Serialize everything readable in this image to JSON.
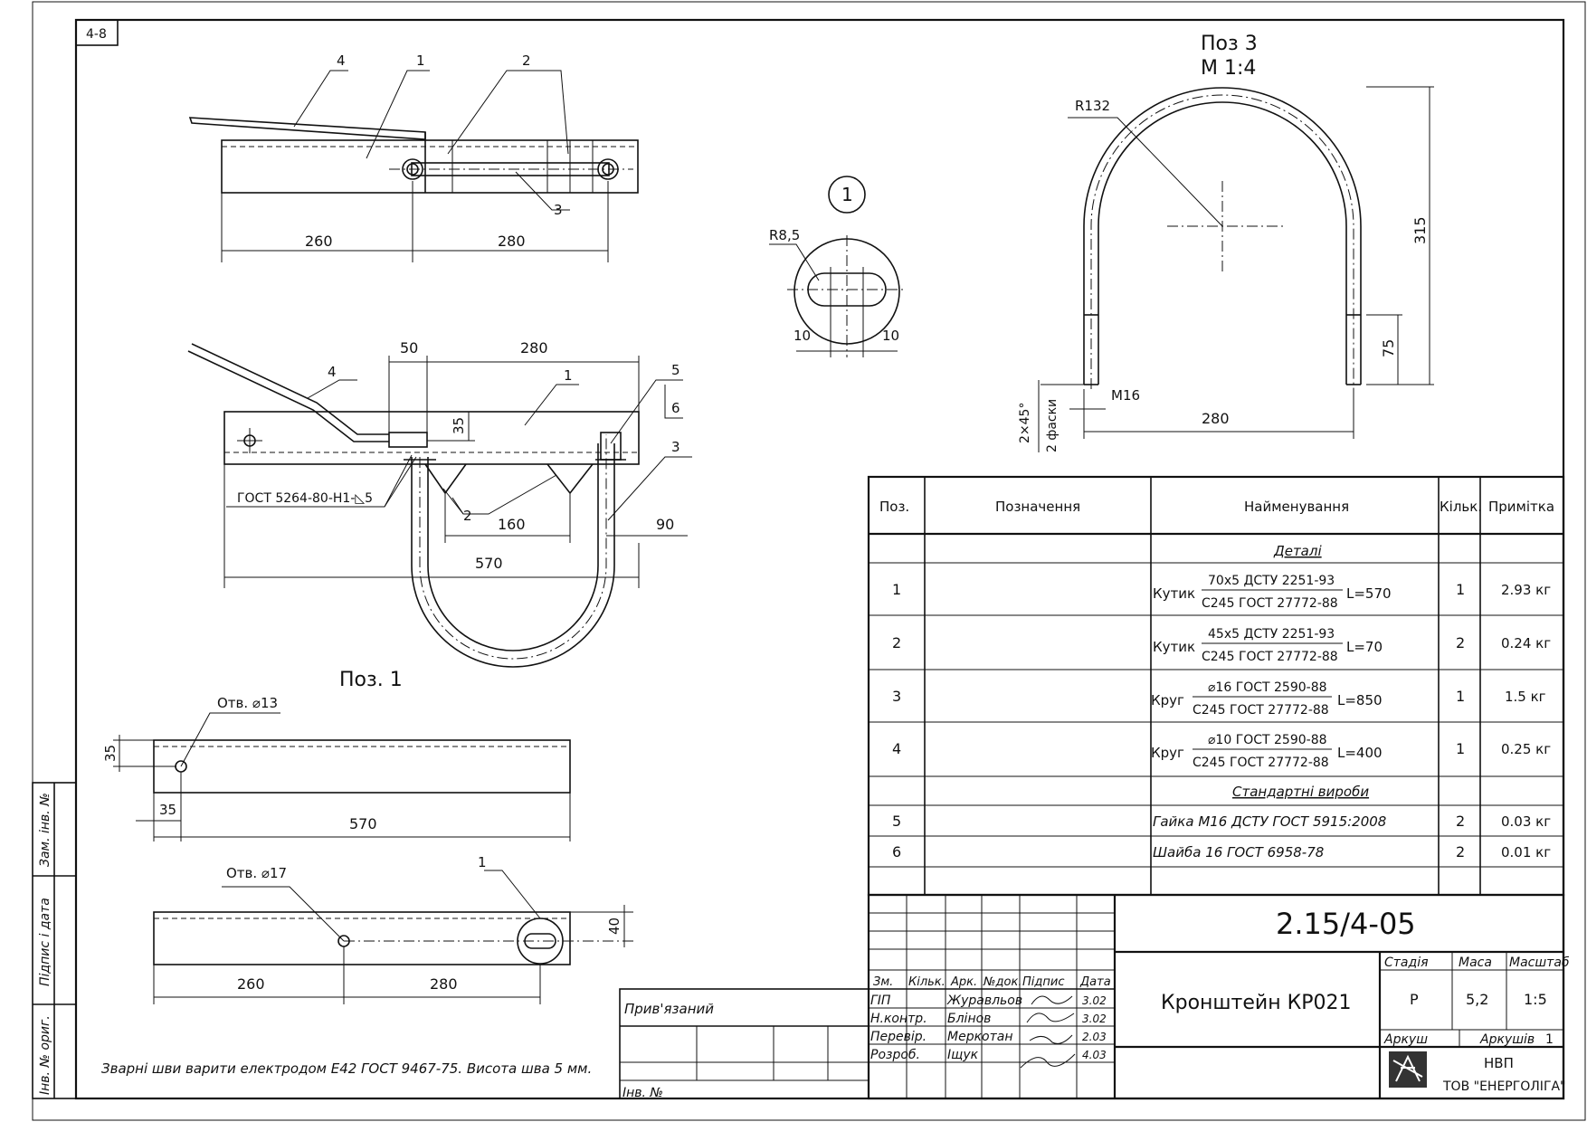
{
  "sheet": {
    "corner_code": "4-8",
    "side_labels": [
      "Зам. інв. №",
      "Підпис і дата",
      "Інв. № ориг."
    ]
  },
  "views": {
    "top_view": {
      "callouts": [
        "4",
        "1",
        "2",
        "3"
      ],
      "dims": [
        "260",
        "280"
      ]
    },
    "front_view": {
      "callouts": [
        "4",
        "1",
        "5",
        "6",
        "3",
        "2"
      ],
      "dims": [
        "50",
        "280",
        "35",
        "160",
        "90",
        "570"
      ],
      "weld_note": "ГОСТ 5264-80-Н1-◺5"
    },
    "detail_1": {
      "circle_label": "1",
      "radius": "R8,5",
      "dims": [
        "10",
        "10"
      ]
    },
    "pos3": {
      "title_line1": "Поз 3",
      "title_line2": "М 1:4",
      "radius": "R132",
      "dims": [
        "315",
        "75",
        "280"
      ],
      "thread": "М16",
      "chamfer_line1": "2×45°",
      "chamfer_line2": "2 фаски"
    },
    "pos1": {
      "title": "Поз. 1",
      "hole13": "Отв. ⌀13",
      "hole17": "Отв. ⌀17",
      "dims_a": [
        "35",
        "35",
        "570"
      ],
      "dims_b": [
        "40",
        "260",
        "280"
      ],
      "callout": "1"
    }
  },
  "weld_text": "Зварні шви варити електродом Е42 ГОСТ 9467-75. Висота шва 5 мм.",
  "spec_table": {
    "headers": [
      "Поз.",
      "Позначення",
      "Найменування",
      "Кільк.",
      "Примітка"
    ],
    "section_details": "Деталі",
    "section_std": "Стандартні вироби",
    "rows": [
      {
        "pos": "1",
        "prefix": "Кутик",
        "top": "70х5 ДСТУ 2251-93",
        "bottom": "С245 ГОСТ 27772-88",
        "suffix": "L=570",
        "qty": "1",
        "note": "2.93 кг"
      },
      {
        "pos": "2",
        "prefix": "Кутик",
        "top": "45х5 ДСТУ 2251-93",
        "bottom": "С245 ГОСТ 27772-88",
        "suffix": "L=70",
        "qty": "2",
        "note": "0.24 кг"
      },
      {
        "pos": "3",
        "prefix": "Круг",
        "top": "⌀16 ГОСТ 2590-88",
        "bottom": "С245 ГОСТ 27772-88",
        "suffix": "L=850",
        "qty": "1",
        "note": "1.5 кг"
      },
      {
        "pos": "4",
        "prefix": "Круг",
        "top": "⌀10 ГОСТ 2590-88",
        "bottom": "С245 ГОСТ 27772-88",
        "suffix": "L=400",
        "qty": "1",
        "note": "0.25 кг"
      }
    ],
    "std_rows": [
      {
        "pos": "5",
        "name": "Гайка М16 ДСТУ ГОСТ 5915:2008",
        "qty": "2",
        "note": "0.03 кг"
      },
      {
        "pos": "6",
        "name": "Шайба 16 ГОСТ 6958-78",
        "qty": "2",
        "note": "0.01 кг"
      }
    ]
  },
  "title_block": {
    "doc_code": "2.15/4-05",
    "name": "Кронштейн КР021",
    "stage_label": "Стадія",
    "mass_label": "Маса",
    "scale_label": "Масштаб",
    "stage": "Р",
    "mass": "5,2",
    "scale": "1:5",
    "sheet_label": "Аркуш",
    "sheets_label": "Аркушів",
    "sheets_value": "1",
    "org_line1": "НВП",
    "org_line2": "ТОВ \"ЕНЕРГОЛІГА\"",
    "col_headers": [
      "Зм.",
      "Кільк.",
      "Арк.",
      "№док.",
      "Підпис",
      "Дата"
    ],
    "roles": [
      {
        "role": "ГІП",
        "name": "Журавльов"
      },
      {
        "role": "Н.контр.",
        "name": "Блінов"
      },
      {
        "role": "Перевір.",
        "name": "Меркотан"
      },
      {
        "role": "Розроб.",
        "name": "Іщук"
      }
    ],
    "dates": [
      "3.02",
      "3.02",
      "2.03",
      "4.03"
    ],
    "attached": "Прив'язаний",
    "inv_no": "Інв. №"
  }
}
